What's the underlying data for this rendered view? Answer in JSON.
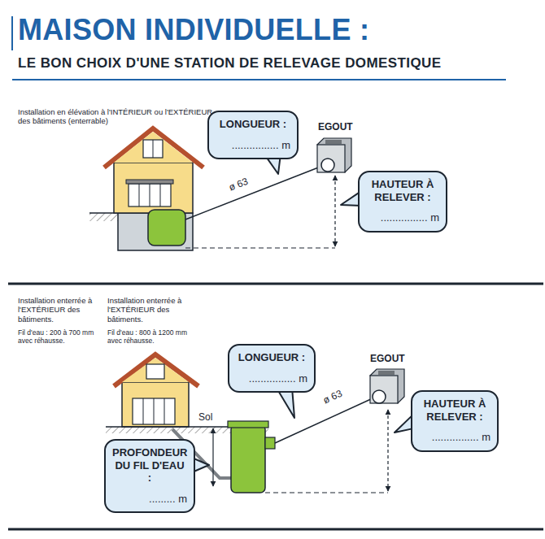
{
  "diagram": {
    "title": "MAISON INDIVIDUELLE :",
    "nodes": [
      {
        "text": [
          "LONGUEUR :",
          "................ m"
        ]
      },
      {
        "text": [
          "HAUTEUR À RELEVER :",
          "................ m"
        ]
      },
      {
        "text": [
          "LONGUEUR :",
          "................ m"
        ]
      },
      {
        "text": [
          "HAUTEUR À RELEVER :",
          "................ m"
        ]
      },
      {
        "text": [
          "PROFONDEUR DU FIL D'EAU :",
          "......... m"
        ]
      }
    ],
    "labels": [
      "LE BON CHOIX D'UNE STATION DE RELEVAGE DOMESTIQUE",
      "Installation en élévation à l'INTÉRIEUR ou l'EXTÉRIEUR des bâtiments (enterrable)",
      "EGOUT",
      "ø 63",
      "Installation enterrée à l'EXTÉRIEUR des bâtiments.",
      "Fil d'eau : 200 à 700 mm avec réhausse.",
      "Installation enterrée à l'EXTÉRIEUR des bâtiments.",
      "Fil d'eau : 800 à 1200 mm avec réhausse.",
      "EGOUT",
      "ø 63",
      "Sol"
    ]
  }
}
